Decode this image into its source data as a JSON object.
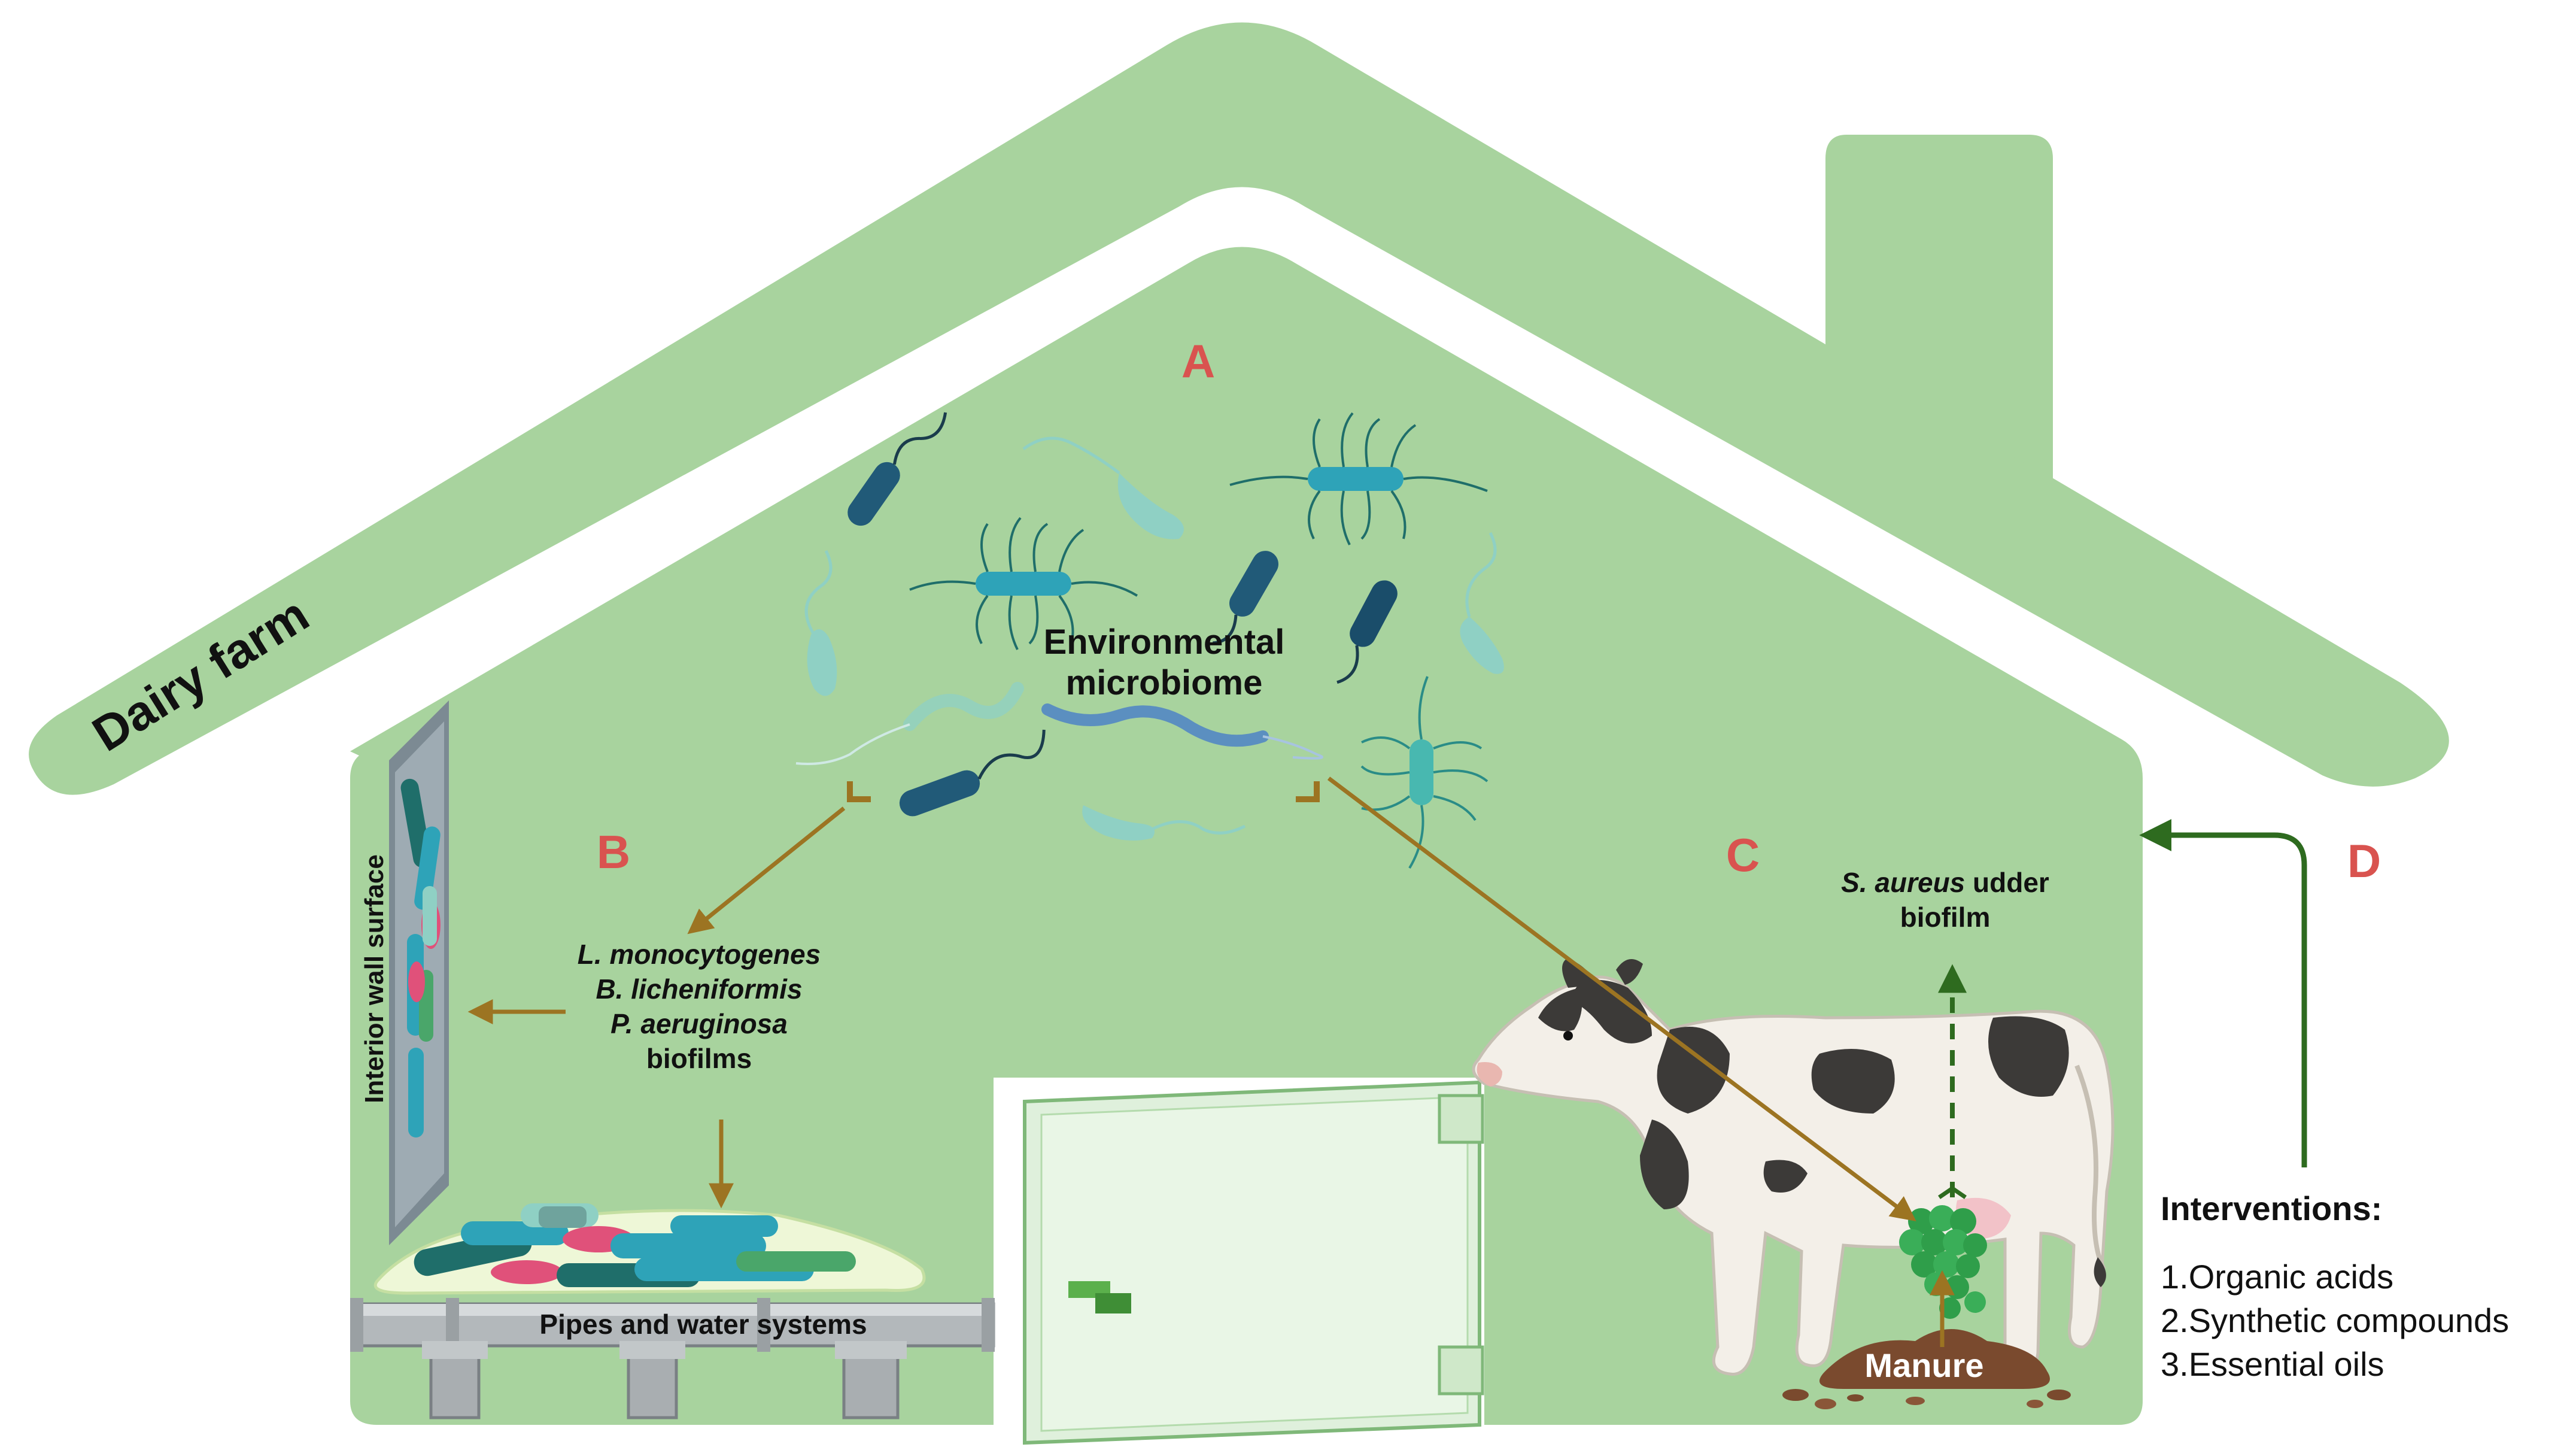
{
  "title": "Dairy farm",
  "panels": {
    "a": {
      "letter": "A",
      "label_line1": "Environmental",
      "label_line2": "microbiome"
    },
    "b": {
      "letter": "B",
      "organisms": [
        "L. monocytogenes",
        "B. licheniformis",
        "P. aeruginosa"
      ],
      "suffix": "biofilms",
      "wall_label": "Interior wall surface",
      "pipes_label": "Pipes and water systems"
    },
    "c": {
      "letter": "C",
      "species": "S. aureus",
      "species_suffix": " udder",
      "line2": "biofilm",
      "manure_label": "Manure"
    },
    "d": {
      "letter": "D",
      "heading": "Interventions:",
      "items": [
        "1.Organic acids",
        "2.Synthetic compounds",
        "3.Essential oils"
      ]
    }
  },
  "colors": {
    "house": "#a8d39e",
    "letter": "#d9534f",
    "arrow_brown": "#9c7422",
    "arrow_green": "#2e6b1f",
    "text": "#111111",
    "bacteria_dark": "#215a78",
    "bacteria_teal": "#2ea3b8",
    "bacteria_light": "#8fd0c4",
    "biofilm_green": "#2f9e4a"
  }
}
